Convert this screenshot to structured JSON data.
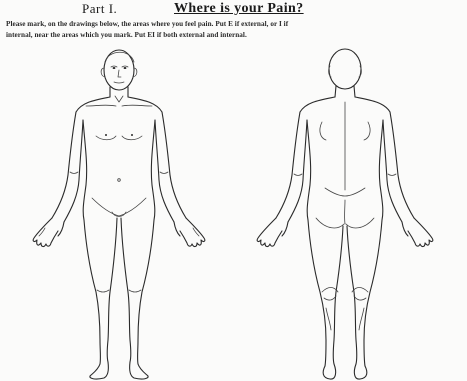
{
  "header": {
    "part_label": "Part I.",
    "title": "Where is your Pain?"
  },
  "instructions": {
    "line1": "Please mark, on the drawings below, the areas where you feel pain. Put E if external, or I if",
    "line2": "internal, near the areas which you mark. Put EI if both external and internal."
  },
  "figures": {
    "front": "front-view body outline",
    "back": "back-view body outline"
  },
  "colors": {
    "paper": "#fbfbfa",
    "ink": "#2b2b2b"
  }
}
